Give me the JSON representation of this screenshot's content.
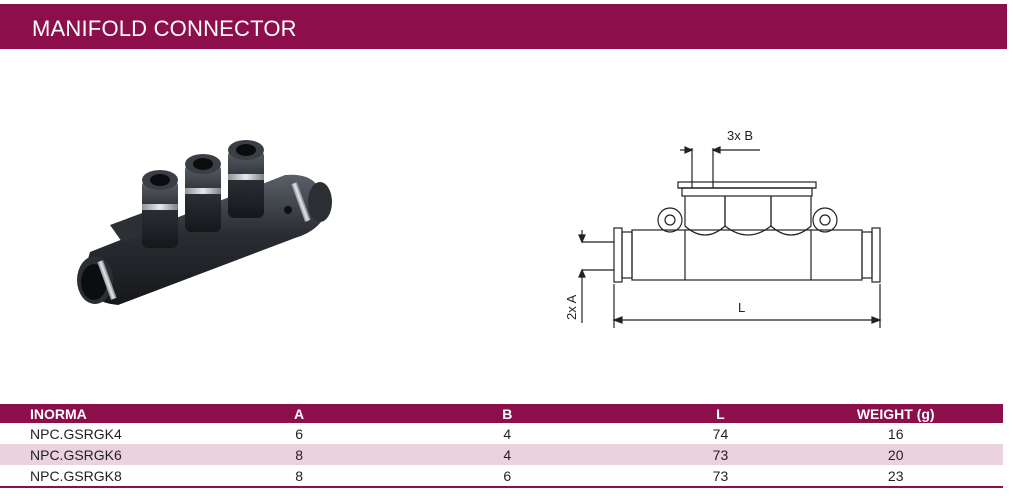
{
  "header": {
    "title": "MANIFOLD CONNECTOR"
  },
  "drawing": {
    "label_b": "3x B",
    "label_a": "2x A",
    "label_l": "L"
  },
  "table": {
    "columns": [
      "INORMA",
      "A",
      "B",
      "L",
      "WEIGHT (g)"
    ],
    "rows": [
      [
        "NPC.GSRGK4",
        "6",
        "4",
        "74",
        "16"
      ],
      [
        "NPC.GSRGK6",
        "8",
        "4",
        "73",
        "20"
      ],
      [
        "NPC.GSRGK8",
        "8",
        "6",
        "73",
        "23"
      ]
    ]
  },
  "colors": {
    "brand": "#8c0f4c",
    "row_alt": "#ead3df"
  }
}
